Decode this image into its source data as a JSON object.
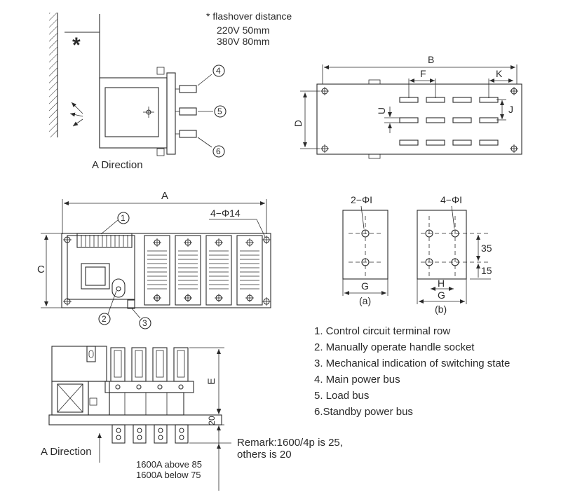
{
  "flashover": {
    "title": "* flashover distance",
    "row1": "220V  50mm",
    "row2": "380V  80mm",
    "star": "*"
  },
  "top_left": {
    "label_4": "4",
    "label_5": "5",
    "label_6": "6",
    "direction": "A Direction"
  },
  "top_right": {
    "B": "B",
    "F": "F",
    "K": "K",
    "D": "D",
    "U": "U",
    "J": "J"
  },
  "front_view": {
    "A": "A",
    "C": "C",
    "hole_spec": "4−Φ14",
    "label_1": "1",
    "label_2": "2",
    "label_3": "3"
  },
  "hole_a": {
    "spec": "2−ΦI",
    "G": "G",
    "caption": "(a)"
  },
  "hole_b": {
    "spec": "4−ΦI",
    "d35": "35",
    "d15": "15",
    "H": "H",
    "G": "G",
    "caption": "(b)"
  },
  "legend": [
    "1. Control circuit terminal row",
    "2. Manually operate handle socket",
    "3. Mechanical indication of switching state",
    "4. Main power bus",
    "5. Load bus",
    "6.Standby power bus"
  ],
  "side_view": {
    "E": "E",
    "d20": "20",
    "direction": "A Direction",
    "above": "1600A above 85",
    "below": "1600A below 75",
    "remark1": "Remark:1600/4p is 25,",
    "remark2": "others is 20"
  }
}
